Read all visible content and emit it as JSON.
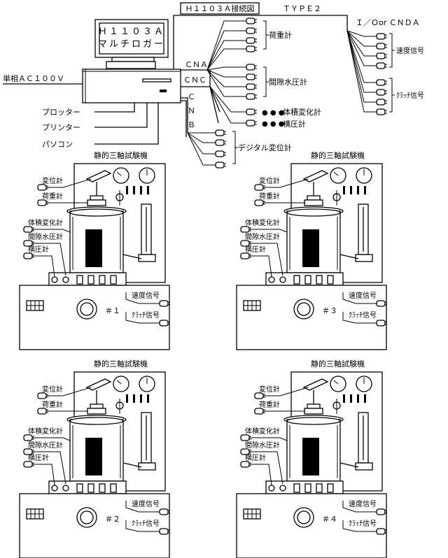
{
  "title": "Ｈ１１０３Ａ接続図",
  "type_label": "ＴＹＰＥ２",
  "logger": {
    "line1": "Ｈ１１０３Ａ",
    "line2": "マルチロガー"
  },
  "power": "単相ＡＣ１００Ｖ",
  "peripherals": [
    "プロッター",
    "プリンター",
    "パソコン"
  ],
  "ports": {
    "cna": "ＣＮＡ",
    "cnc": "ＣＮＣ",
    "c": "Ｃ",
    "n": "Ｎ",
    "b": "Ｂ"
  },
  "io_label": "Ｉ／Ｏor ＣＮＤＡ",
  "channels": {
    "load": "荷重計",
    "pore": "間隙水圧計",
    "volume": "体積変化計",
    "lateral": "横圧計",
    "digital": "デジタル変位計",
    "speed": "速度信号",
    "clutch": "ｸﾗｯﾁ信号"
  },
  "machine": {
    "title": "静的三軸試験機",
    "labels": [
      "変位計",
      "荷重計",
      "体積変化計",
      "間隙水圧計",
      "横圧計"
    ],
    "signals": [
      "速度信号",
      "ｸﾗｯﾁ信号"
    ],
    "units": [
      "＃１",
      "＃３",
      "＃２",
      "＃４"
    ]
  }
}
